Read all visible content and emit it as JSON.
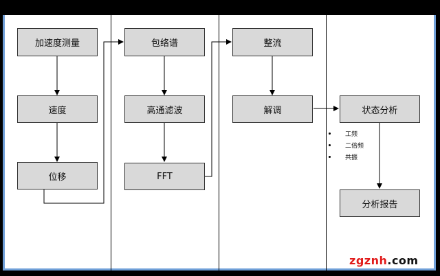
{
  "nodes": {
    "accel_measure": "加速度测量",
    "velocity": "速度",
    "displacement": "位移",
    "envelope": "包络谱",
    "highpass": "高通滤波",
    "fft": "FFT",
    "rectify": "整流",
    "demodulate": "解调",
    "state_analysis": "状态分析",
    "analysis_report": "分析报告"
  },
  "bullets": [
    "工频",
    "二倍频",
    "共振"
  ],
  "watermark": {
    "part1": "zgznh",
    "part2": ".com"
  },
  "colors": {
    "frame_border": "#6f9fd8",
    "box_fill": "#d9d9d9",
    "watermark_red": "#e11b1b"
  }
}
